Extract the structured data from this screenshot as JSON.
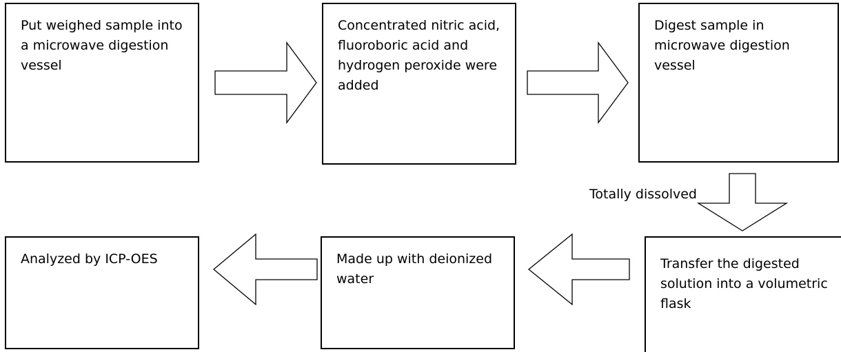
{
  "diagram": {
    "steps": [
      {
        "id": "step-1",
        "text": "Put weighed sample into a microwave digestion vessel"
      },
      {
        "id": "step-2",
        "text": "Concentrated nitric acid, fluoroboric acid and hydrogen peroxide were added"
      },
      {
        "id": "step-3",
        "text": "Digest sample in microwave digestion vessel"
      },
      {
        "id": "step-4",
        "text": "Transfer the digested solution into a volumetric flask"
      },
      {
        "id": "step-5",
        "text": "Made up with deionized water"
      },
      {
        "id": "step-6",
        "text": "Analyzed by ICP-OES"
      }
    ],
    "edges": [
      {
        "from": "step-1",
        "to": "step-2",
        "direction": "right",
        "label": ""
      },
      {
        "from": "step-2",
        "to": "step-3",
        "direction": "right",
        "label": ""
      },
      {
        "from": "step-3",
        "to": "step-4",
        "direction": "down",
        "label": "Totally dissolved"
      },
      {
        "from": "step-4",
        "to": "step-5",
        "direction": "left",
        "label": ""
      },
      {
        "from": "step-5",
        "to": "step-6",
        "direction": "left",
        "label": ""
      }
    ],
    "colors": {
      "stroke": "#000000",
      "fill": "#ffffff",
      "text": "#000000"
    },
    "arrow_style": "hollow block arrow"
  }
}
